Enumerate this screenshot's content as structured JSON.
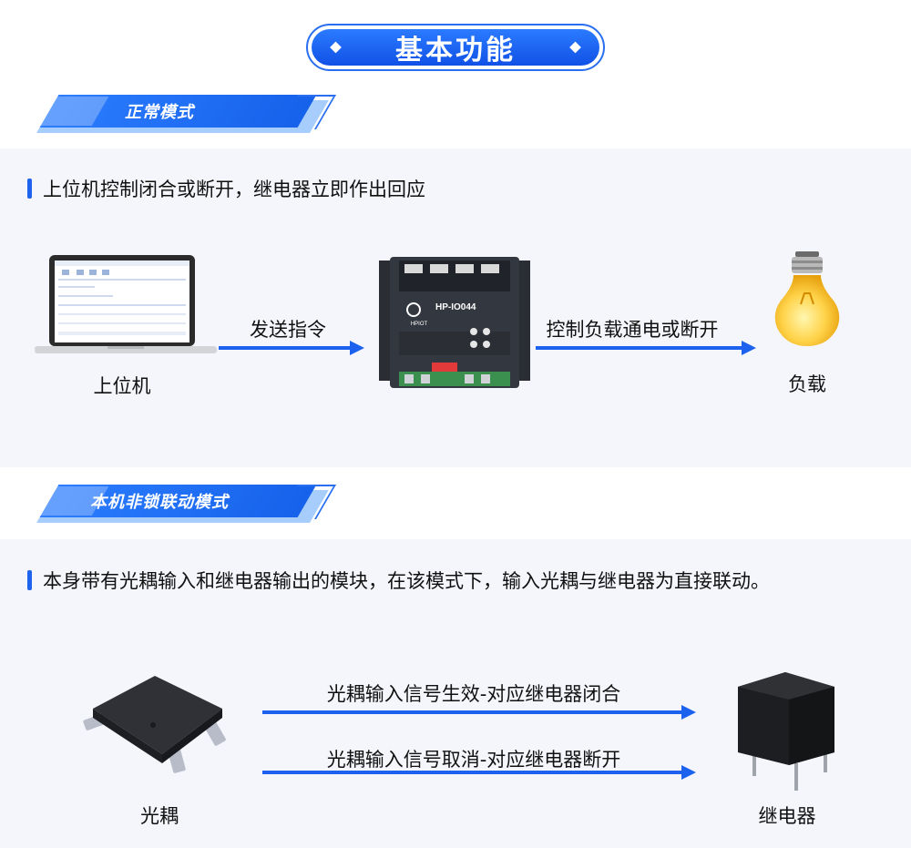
{
  "header": {
    "title": "基本功能"
  },
  "section1": {
    "banner": "正常模式",
    "description": "上位机控制闭合或断开，继电器立即作出回应",
    "left_label": "上位机",
    "right_label": "负载",
    "arrow1_label": "发送指令",
    "arrow2_label": "控制负载通电或断开",
    "device_name": "HP-IO044",
    "device_brand": "HPIOT"
  },
  "section2": {
    "banner": "本机非锁联动模式",
    "description": "本身带有光耦输入和继电器输出的模块，在该模式下，输入光耦与继电器为直接联动。",
    "arrow_top_label": "光耦输入信号生效-对应继电器闭合",
    "arrow_bottom_label": "光耦输入信号取消-对应继电器断开",
    "left_label": "光耦",
    "right_label": "继电器"
  },
  "colors": {
    "accent": "#1d63ee",
    "panel": "#f4f6fb"
  }
}
